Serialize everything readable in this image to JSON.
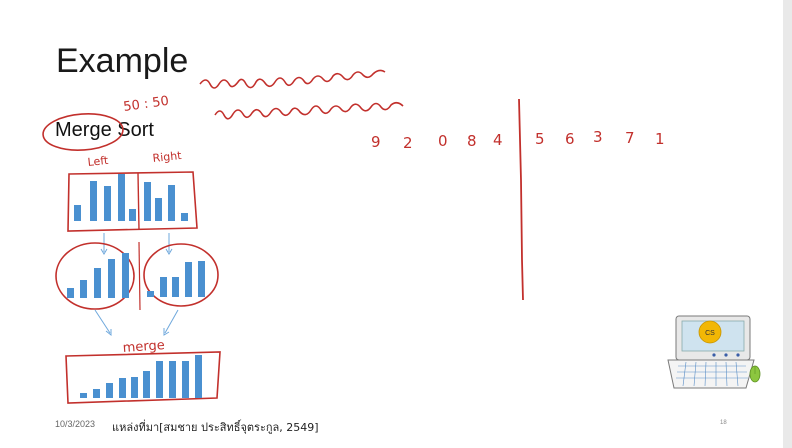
{
  "slide": {
    "title": "Example",
    "subtitle": "Merge Sort",
    "date": "10/3/2023",
    "source": "แหล่งที่มา[สมชาย ประสิทธิ์จุตระกูล, 2549]",
    "page_number": "18"
  },
  "annotations": {
    "ratio": "50 : 50",
    "left_label": "Left",
    "right_label": "Right",
    "merge_label": "merge",
    "numbers_left": [
      "9",
      "2",
      "0",
      "8",
      "4"
    ],
    "numbers_right": [
      "5",
      "6",
      "3",
      "7",
      "1"
    ]
  },
  "logo": {
    "badge_text": "CS",
    "accent_color": "#f2b705",
    "screen_color": "#cfe3ef"
  },
  "colors": {
    "bar": "#4a90d0",
    "ink": "#c2302c",
    "arrow": "#6fa8dc"
  }
}
